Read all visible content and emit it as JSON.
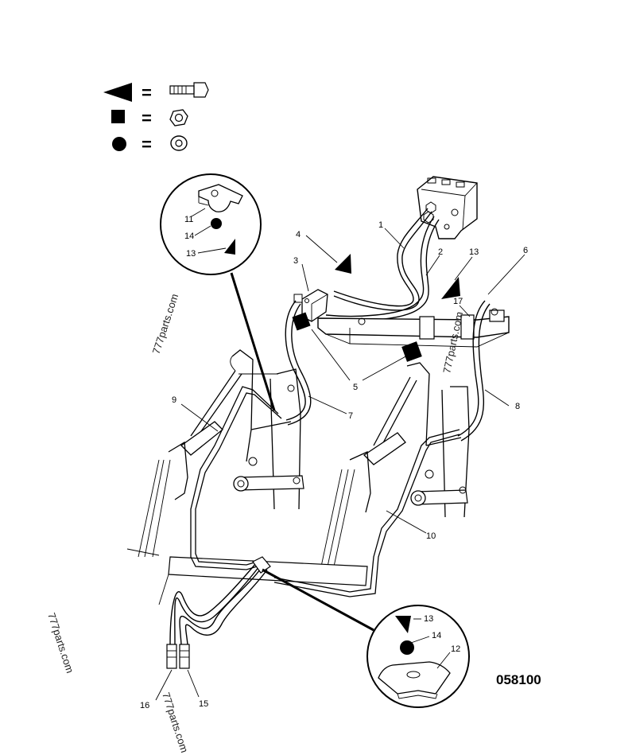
{
  "legend": [
    {
      "symbol": "triangle",
      "equals": "=",
      "part": "bolt-icon"
    },
    {
      "symbol": "square",
      "equals": "=",
      "part": "nut-icon"
    },
    {
      "symbol": "circle",
      "equals": "=",
      "part": "washer-icon"
    }
  ],
  "callouts": {
    "c1": "1",
    "c2": "2",
    "c3": "3",
    "c4": "4",
    "c5": "5",
    "c6": "6",
    "c7": "7",
    "c8": "8",
    "c9": "9",
    "c10": "10",
    "c11": "11",
    "c12": "12",
    "c13a": "13",
    "c13b": "13",
    "c13c": "13",
    "c14a": "14",
    "c14b": "14",
    "c15": "15",
    "c16": "16",
    "c17": "17"
  },
  "drawing_code": "058100",
  "watermarks": [
    "777parts.com",
    "777parts.com",
    "777parts.com",
    "777parts.com"
  ]
}
